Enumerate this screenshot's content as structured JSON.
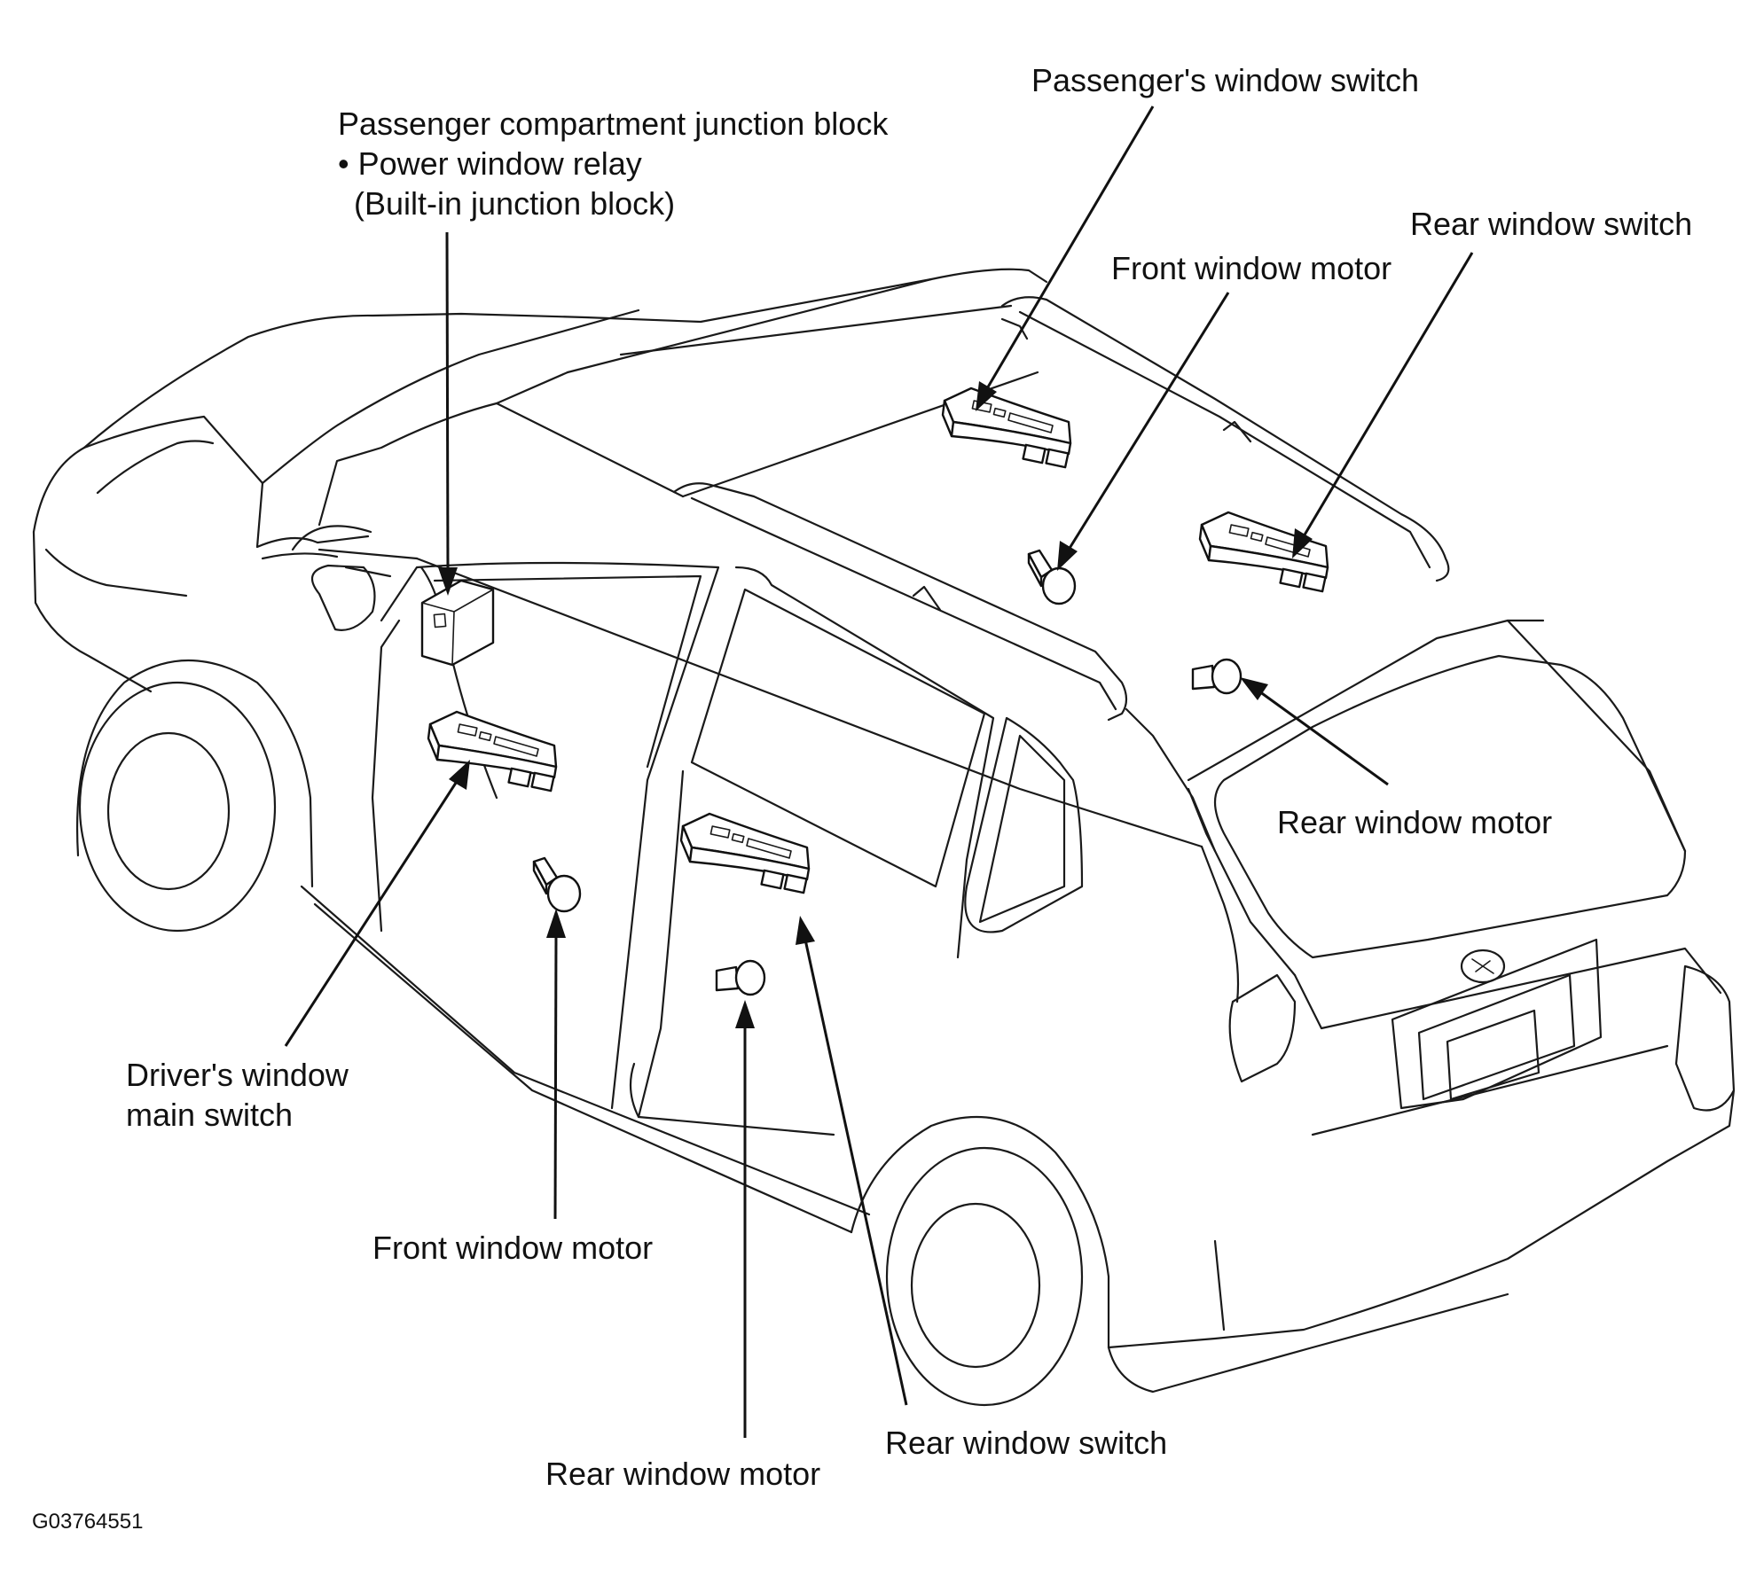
{
  "labels": {
    "junction_block": {
      "line1": "Passenger compartment junction block",
      "line2": "• Power window relay",
      "line3": "(Built-in junction block)"
    },
    "passenger_window_switch": "Passenger's window switch",
    "front_window_motor_right": "Front window motor",
    "rear_window_switch_right": "Rear window switch",
    "rear_window_motor_right": "Rear window motor",
    "driver_window_main_switch": {
      "line1": "Driver's window",
      "line2": "main switch"
    },
    "front_window_motor_left": "Front window motor",
    "rear_window_motor_left": "Rear window motor",
    "rear_window_switch_left": "Rear window switch"
  },
  "figure_code": "G03764551",
  "icons": {
    "vehicle": "suv-outline",
    "window_switch": "window-switch-icon",
    "window_motor": "window-motor-icon",
    "junction_block": "junction-block-icon"
  }
}
